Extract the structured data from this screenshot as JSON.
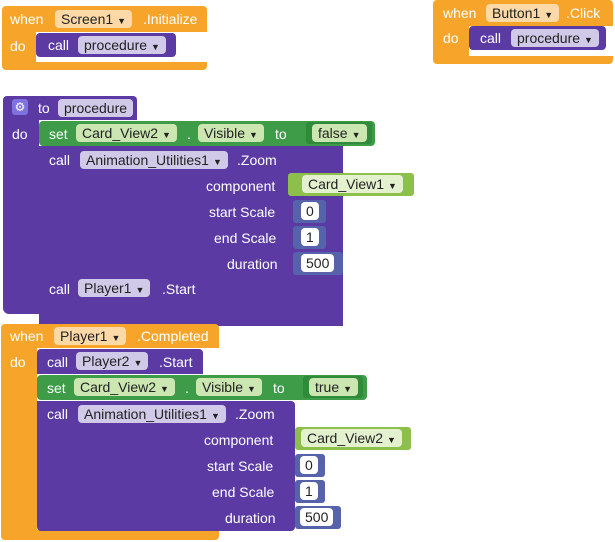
{
  "screen_init": {
    "when": "when",
    "component": "Screen1",
    "event": ".Initialize",
    "do": "do",
    "call": "call",
    "procedure": "procedure"
  },
  "button_click": {
    "when": "when",
    "component": "Button1",
    "event": ".Click",
    "do": "do",
    "call": "call",
    "procedure": "procedure"
  },
  "procedure_def": {
    "to": "to",
    "name": "procedure",
    "do": "do",
    "set_block": {
      "set": "set",
      "component": "Card_View2",
      "dot": ".",
      "property": "Visible",
      "to": "to",
      "value": "false"
    },
    "zoom_block": {
      "call": "call",
      "component": "Animation_Utilities1",
      "method": ".Zoom",
      "component_label": "component",
      "component_value": "Card_View1",
      "start_scale_label": "start Scale",
      "start_scale_value": "0",
      "end_scale_label": "end Scale",
      "end_scale_value": "1",
      "duration_label": "duration",
      "duration_value": "500"
    },
    "player_block": {
      "call": "call",
      "component": "Player1",
      "method": ".Start"
    }
  },
  "player_completed": {
    "when": "when",
    "component": "Player1",
    "event": ".Completed",
    "do": "do",
    "player_block": {
      "call": "call",
      "component": "Player2",
      "method": ".Start"
    },
    "set_block": {
      "set": "set",
      "component": "Card_View2",
      "dot": ".",
      "property": "Visible",
      "to": "to",
      "value": "true"
    },
    "zoom_block": {
      "call": "call",
      "component": "Animation_Utilities1",
      "method": ".Zoom",
      "component_label": "component",
      "component_value": "Card_View2",
      "start_scale_label": "start Scale",
      "start_scale_value": "0",
      "end_scale_label": "end Scale",
      "end_scale_value": "1",
      "duration_label": "duration",
      "duration_value": "500"
    }
  },
  "icons": {
    "dropdown": "▼",
    "gear": "⚙"
  },
  "colors": {
    "event_orange": "#f7a52a",
    "procedure_purple": "#5b3aa3",
    "setter_green": "#3e9c48",
    "component_green": "#8dc04b",
    "math_blue": "#5662a9"
  }
}
